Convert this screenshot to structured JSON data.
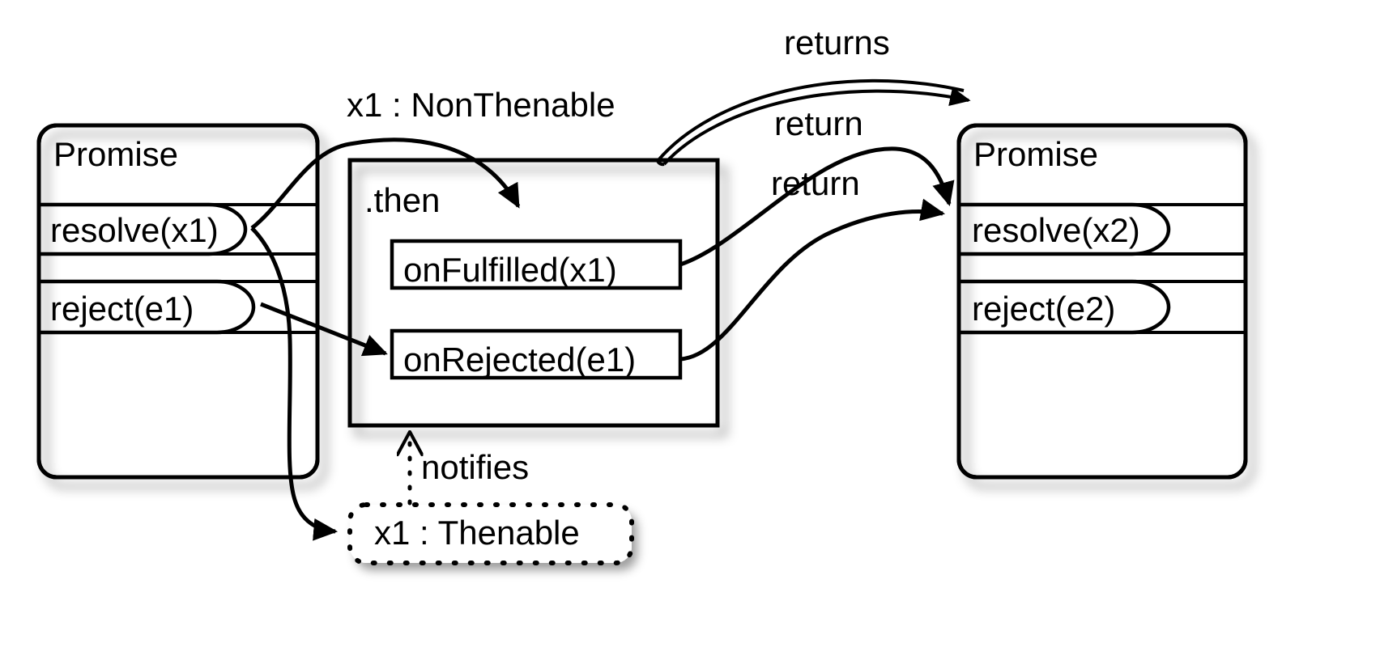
{
  "diagram": {
    "title": "Promise resolution flow",
    "colors": {
      "stroke": "#000000",
      "fill": "#ffffff",
      "shadow": "#b4b4b4"
    },
    "nodes": [
      {
        "id": "promise-left",
        "kind": "class-box",
        "title": "Promise",
        "members": [
          "resolve(x1)",
          "reject(e1)"
        ],
        "border": "solid-rounded",
        "shadow": true
      },
      {
        "id": "then-box",
        "kind": "frame-box",
        "title": ".then",
        "members": [
          "onFulfilled(x1)",
          "onRejected(e1)"
        ],
        "border": "solid-square",
        "shadow": true
      },
      {
        "id": "promise-right",
        "kind": "class-box",
        "title": "Promise",
        "members": [
          "resolve(x2)",
          "reject(e2)"
        ],
        "border": "solid-rounded",
        "shadow": true
      },
      {
        "id": "thenable",
        "kind": "object-box",
        "title": "x1 : Thenable",
        "members": [],
        "border": "dashed-rounded",
        "shadow": true
      }
    ],
    "edges": [
      {
        "id": "edge-nonthenable",
        "label": "x1 : NonThenable",
        "from": "resolve(x1)",
        "to": "onFulfilled(x1)",
        "style": "solid",
        "arrowhead": "filled"
      },
      {
        "id": "edge-reject",
        "label": "",
        "from": "reject(e1)",
        "to": "onRejected(e1)",
        "style": "solid",
        "arrowhead": "filled"
      },
      {
        "id": "edge-thenable",
        "label": "",
        "from": "resolve(x1)",
        "to": "x1 : Thenable",
        "style": "solid",
        "arrowhead": "filled"
      },
      {
        "id": "edge-notifies",
        "label": "notifies",
        "from": "x1 : Thenable",
        "to": ".then",
        "style": "dashed",
        "arrowhead": "open"
      },
      {
        "id": "edge-returns",
        "label": "returns",
        "from": ".then",
        "to": "Promise",
        "style": "double-line",
        "arrowhead": "filled"
      },
      {
        "id": "edge-return-fulfilled",
        "label": "return",
        "from": "onFulfilled(x1)",
        "to": "resolve(x2)",
        "style": "solid",
        "arrowhead": "filled"
      },
      {
        "id": "edge-return-rejected",
        "label": "return",
        "from": "onRejected(e1)",
        "to": "resolve(x2)",
        "style": "solid",
        "arrowhead": "filled"
      }
    ],
    "labels": {
      "promise_left_title": "Promise",
      "promise_left_resolve": "resolve(x1)",
      "promise_left_reject": "reject(e1)",
      "then_title": ".then",
      "then_onfulfilled": "onFulfilled(x1)",
      "then_onrejected": "onRejected(e1)",
      "promise_right_title": "Promise",
      "promise_right_resolve": "resolve(x2)",
      "promise_right_reject": "reject(e2)",
      "thenable_title": "x1 : Thenable",
      "edge_nonthenable": "x1 : NonThenable",
      "edge_notifies": "notifies",
      "edge_returns": "returns",
      "edge_return_top": "return",
      "edge_return_bottom": "return"
    }
  }
}
